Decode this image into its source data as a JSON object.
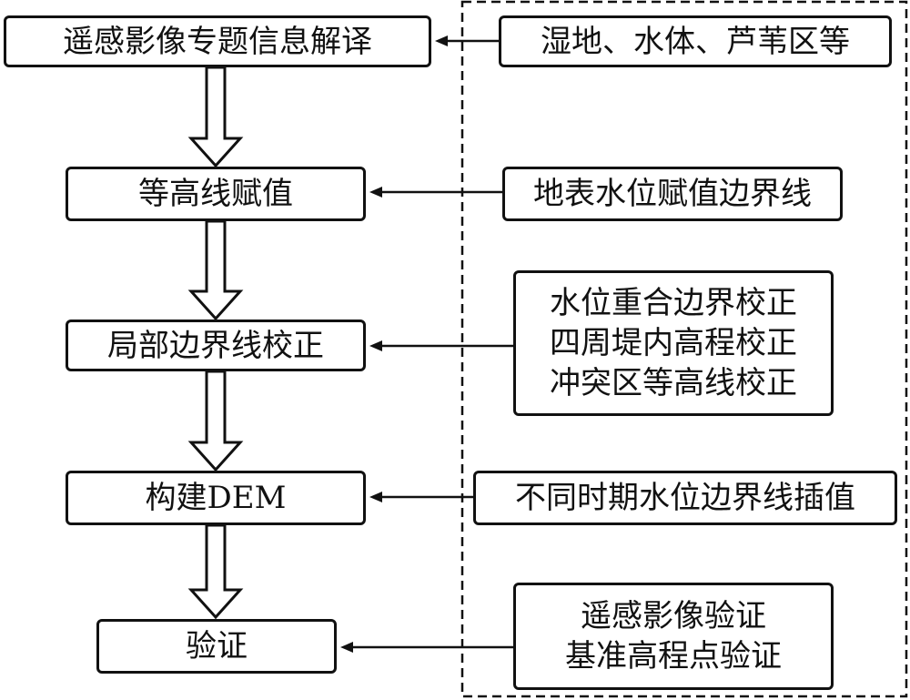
{
  "colors": {
    "stroke": "#111111",
    "background": "#ffffff"
  },
  "process_steps": [
    {
      "id": "step1",
      "label": "遥感影像专题信息解译"
    },
    {
      "id": "step2",
      "label": "等高线赋值"
    },
    {
      "id": "step3",
      "label": "局部边界线校正"
    },
    {
      "id": "step4",
      "label": "构建DEM"
    },
    {
      "id": "step5",
      "label": "验证"
    }
  ],
  "inputs": [
    {
      "id": "in1",
      "target": "step1",
      "lines": [
        "湿地、水体、芦苇区等"
      ]
    },
    {
      "id": "in2",
      "target": "step2",
      "lines": [
        "地表水位赋值边界线"
      ]
    },
    {
      "id": "in3",
      "target": "step3",
      "lines": [
        "水位重合边界校正",
        "四周堤内高程校正",
        "冲突区等高线校正"
      ]
    },
    {
      "id": "in4",
      "target": "step4",
      "lines": [
        "不同时期水位边界线插值"
      ]
    },
    {
      "id": "in5",
      "target": "step5",
      "lines": [
        "遥感影像验证",
        "基准高程点验证"
      ]
    }
  ],
  "flow": [
    {
      "from": "step1",
      "to": "step2"
    },
    {
      "from": "step2",
      "to": "step3"
    },
    {
      "from": "step3",
      "to": "step4"
    },
    {
      "from": "step4",
      "to": "step5"
    }
  ]
}
